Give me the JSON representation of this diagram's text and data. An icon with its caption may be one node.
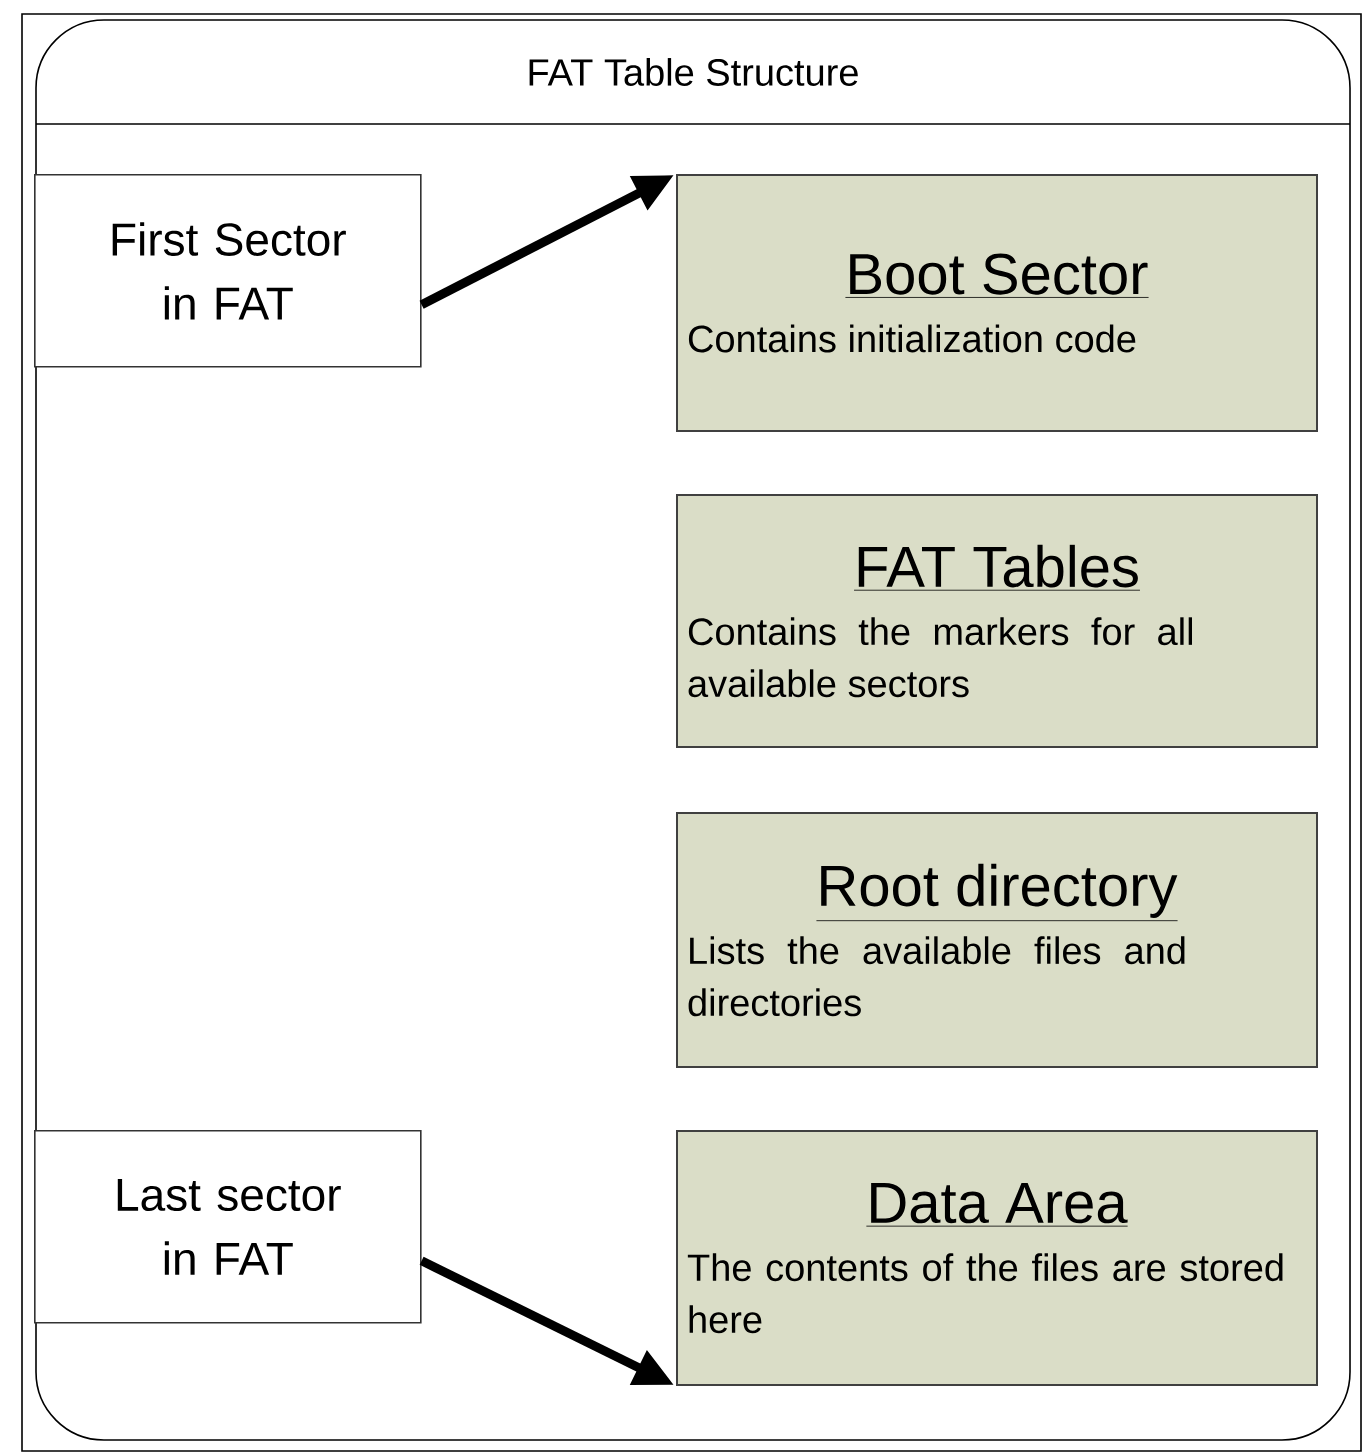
{
  "diagram": {
    "nodes": [
      {
        "text": [
          "FAT Table Structure"
        ]
      },
      {
        "text": [
          "First Sector in FAT"
        ],
        "in": 0
      },
      {
        "text": [
          "Boot Sector",
          "Contains initialization code"
        ],
        "in": 0
      },
      {
        "text": [
          "FAT Tables",
          "Contains the markers for all available sectors"
        ],
        "in": 0
      },
      {
        "text": [
          "Root directory",
          "Lists the available files and directories"
        ],
        "in": 0
      },
      {
        "text": [
          "Last sector in FAT"
        ],
        "in": 0
      },
      {
        "text": [
          "Data Area",
          "The contents of the files are stored here"
        ],
        "in": 0
      }
    ],
    "edges": [
      {
        "from": 1,
        "to": 2,
        "arrow": "to"
      },
      {
        "from": 5,
        "to": 6,
        "arrow": "to"
      }
    ]
  }
}
